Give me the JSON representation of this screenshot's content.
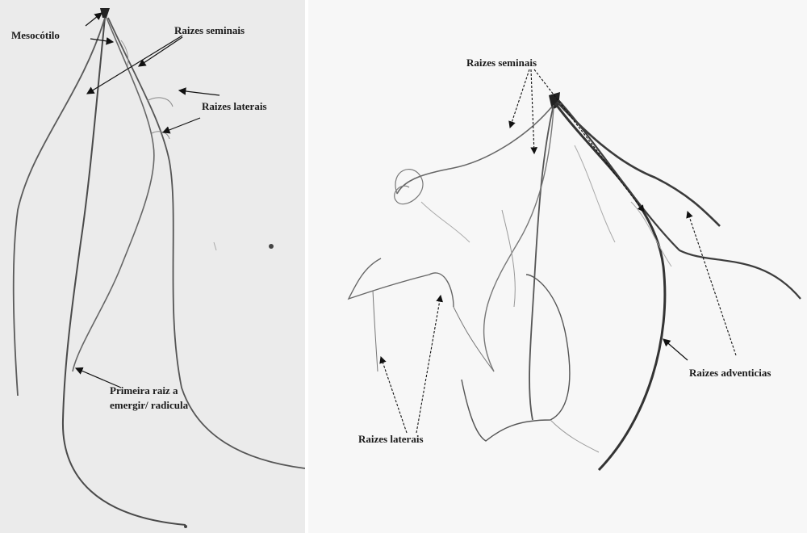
{
  "left_panel": {
    "labels": {
      "mesocotilo": "Mesocótilo",
      "seminais": "Raizes seminais",
      "laterais": "Raizes laterais",
      "primeira_line1": "Primeira  raiz  a",
      "primeira_line2": "emergir/ radicula"
    }
  },
  "right_panel": {
    "labels": {
      "seminais": "Raizes seminais",
      "laterais": "Raizes laterais",
      "adventicias": "Raizes adventicias"
    }
  },
  "colors": {
    "left_background": "#ebebeb",
    "right_background": "#f7f7f7",
    "root_dark": "#3a3a3a",
    "root_light": "#8a8a8a"
  }
}
